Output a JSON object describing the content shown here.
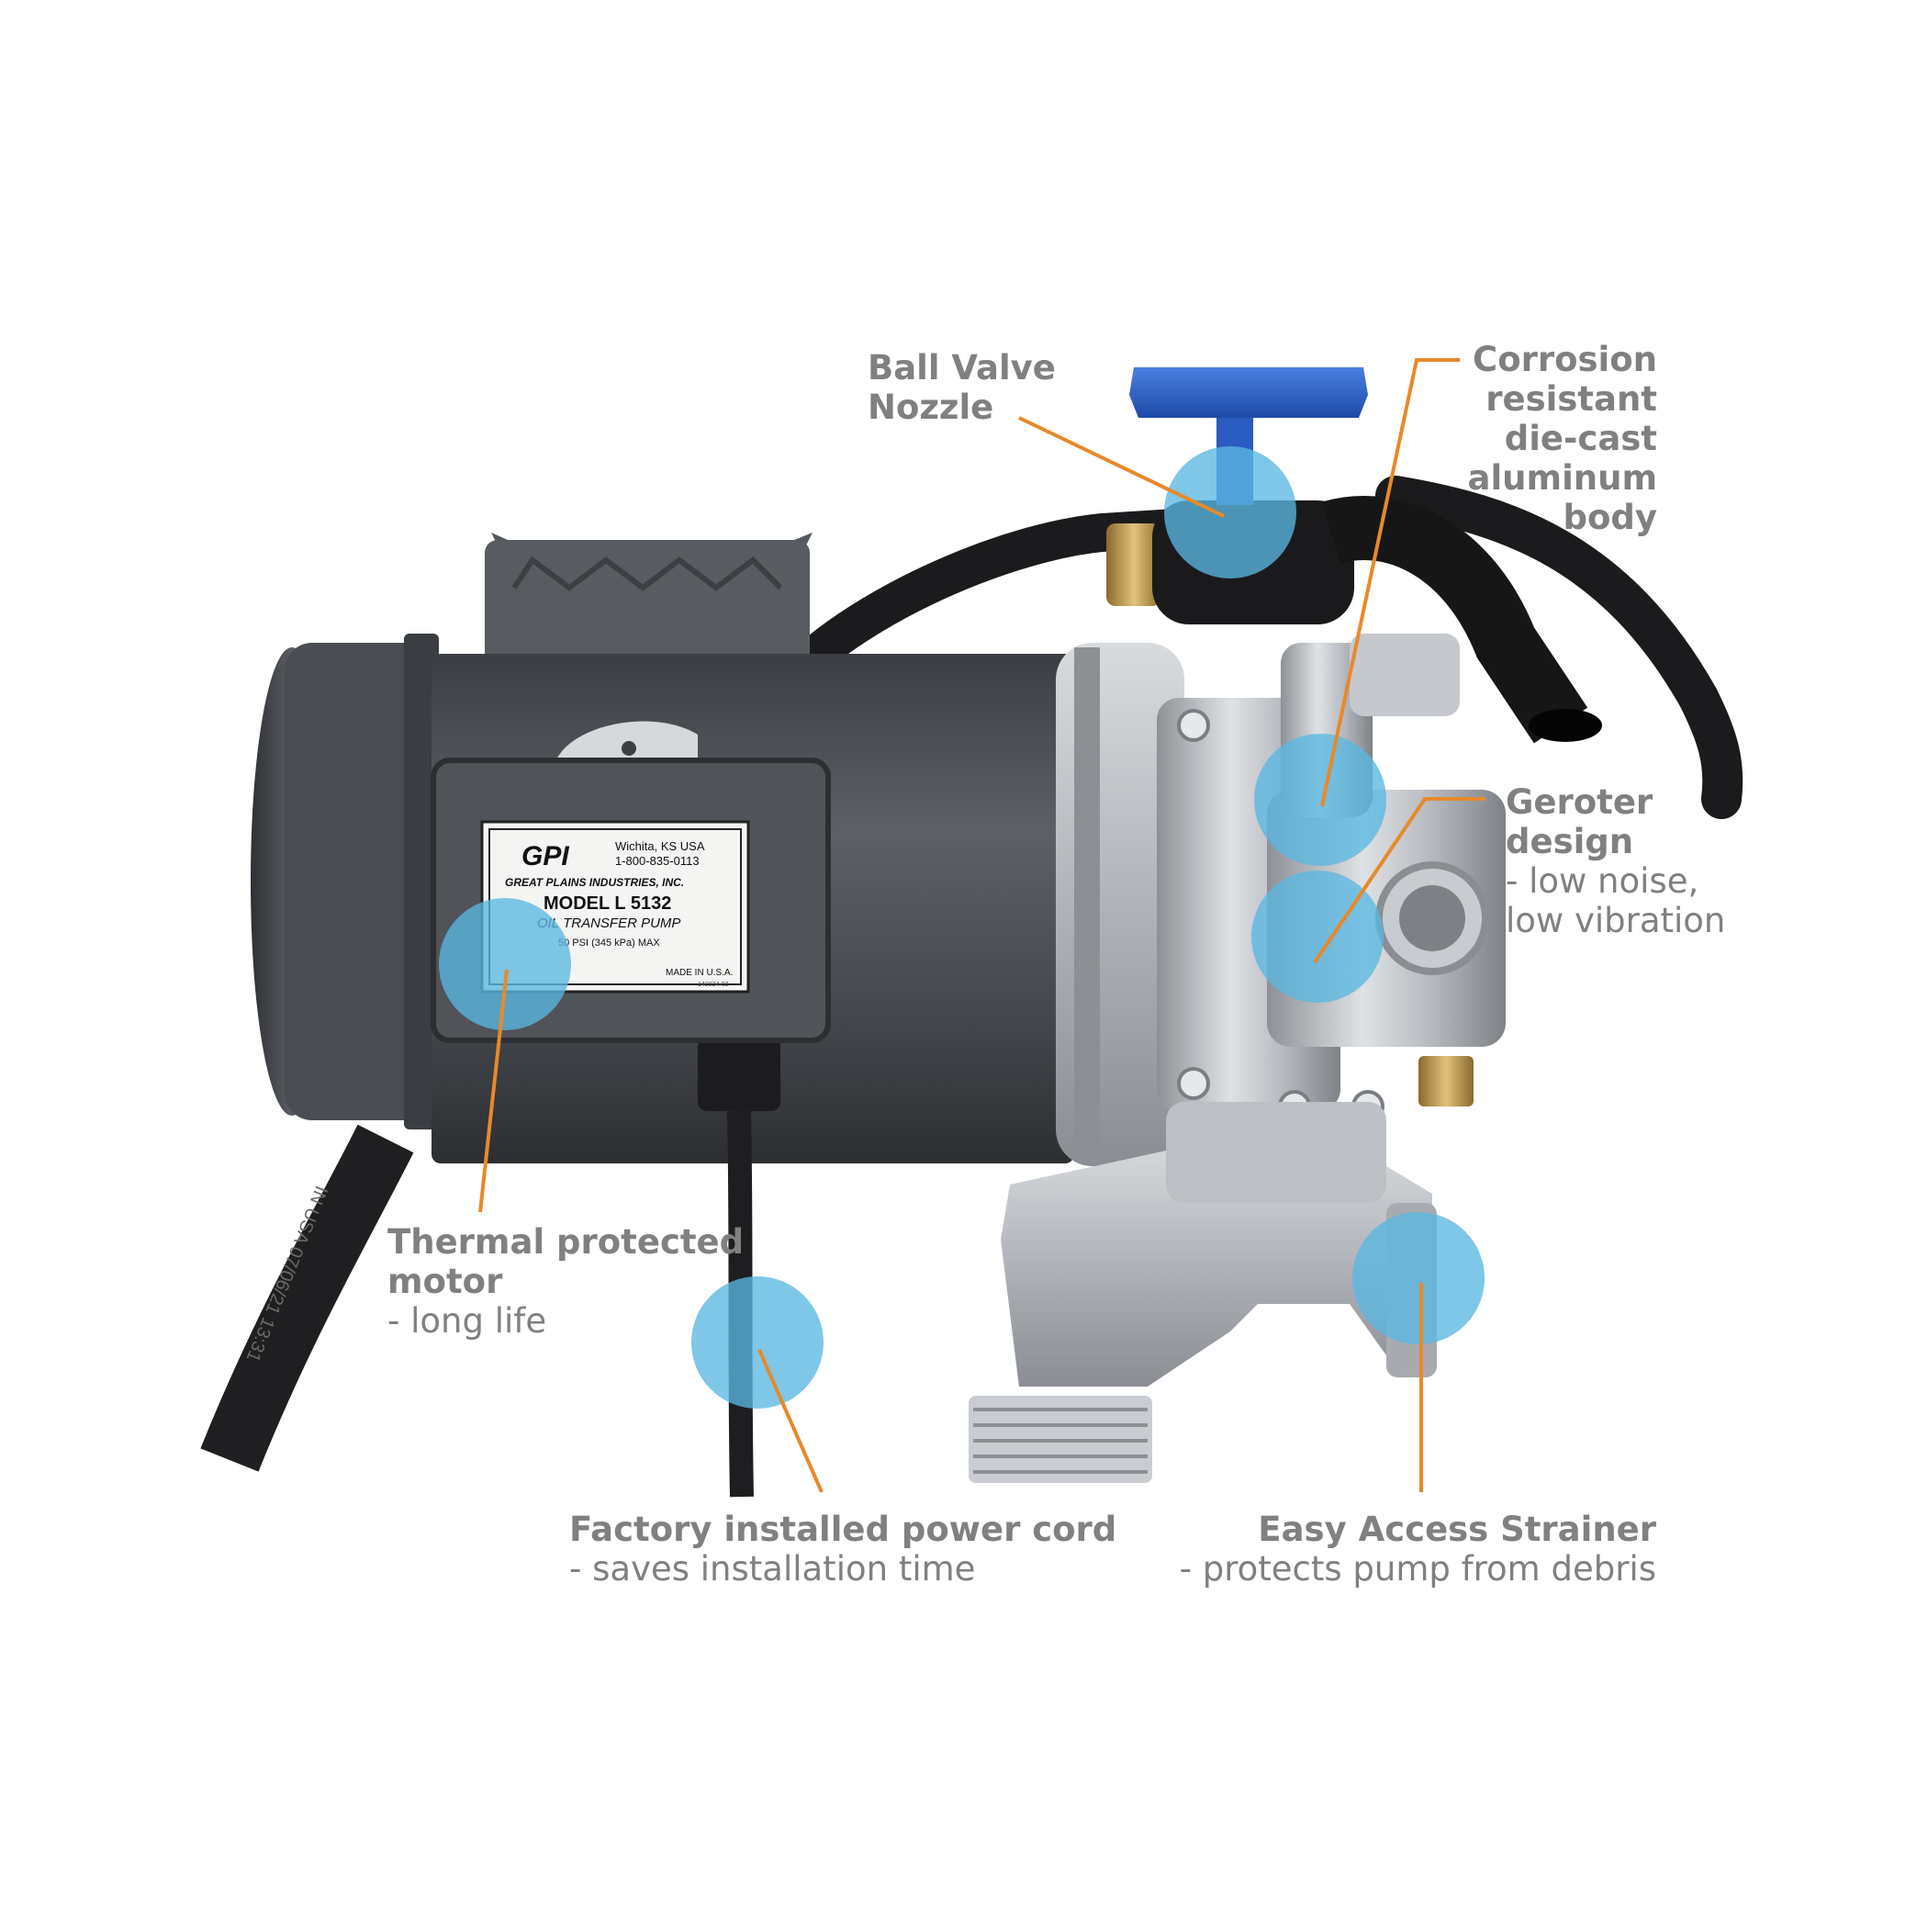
{
  "callouts": {
    "ball_valve": {
      "title": "Ball Valve\nNozzle"
    },
    "corrosion": {
      "title": "Corrosion\nresistant\ndie-cast\naluminum\nbody"
    },
    "geroter": {
      "title": "Geroter\ndesign",
      "sub": "- low noise,\nlow vibration"
    },
    "thermal": {
      "title": "Thermal protected\nmotor",
      "sub": "- long life"
    },
    "power_cord": {
      "title": "Factory installed power cord",
      "sub": "- saves installation time"
    },
    "strainer": {
      "title": "Easy Access Strainer",
      "sub": "- protects pump from debris"
    }
  },
  "label_plate": {
    "brand": "GPI",
    "location": "Wichita, KS USA",
    "phone": "1-800-835-0113",
    "company": "GREAT PLAINS INDUSTRIES, INC.",
    "model": "MODEL L 5132",
    "product": "OIL TRANSFER PUMP",
    "pressure": "50 PSI (345 kPa) MAX",
    "made_in": "MADE IN U.S.A.",
    "part_no": "142024-02"
  },
  "cable_marking": "IN USA 07/06/21 13:31",
  "colors": {
    "callout_text": "#808080",
    "leader_line": "#e8892a",
    "hotspot": "#5ab7e2",
    "motor_body": "#4c4f54",
    "valve_handle": "#2f62c8",
    "aluminum": "#b9bdc2"
  }
}
